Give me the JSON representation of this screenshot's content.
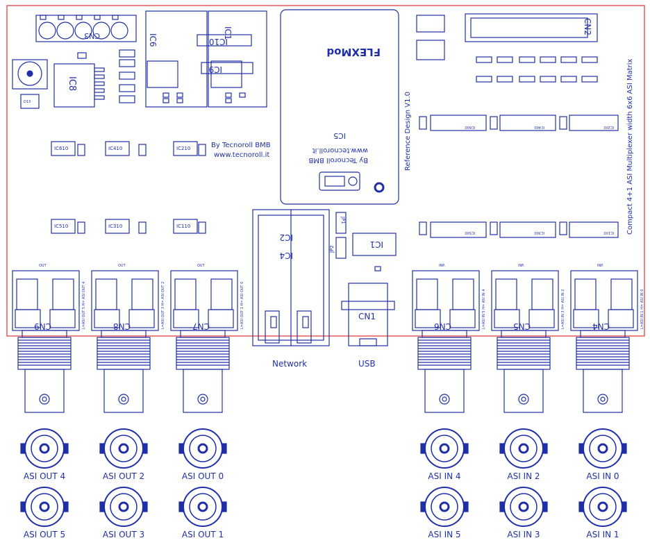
{
  "colors": {
    "ink": "#1f2fa8",
    "board_edge": "#e03030",
    "bg": "#ffffff"
  },
  "board": {
    "credit_left": "By Tecnoroll BMB",
    "credit_left_url": "www.tecnoroll.it",
    "reference": "Reference Design V1.0",
    "side_title": "Compact 4+1 ASI Multiplexer width 6x6 ASI Matrix"
  },
  "module": {
    "brand": "FLEXMod",
    "credit": "By Tecnoroll BMB",
    "url": "www.tecnoroll.it",
    "ref": "IC5"
  },
  "parts": {
    "cn3": "CN3",
    "ic6": "IC6",
    "ic10": "IC10",
    "ic1_top": "IC1",
    "ic9": "IC9",
    "ic8": "IC8",
    "cn2": "CN2",
    "d13": "D13",
    "cn1": "CN1",
    "ic1": "IC1",
    "ic2": "IC2",
    "ic4": "IC4",
    "jp1": "JP1",
    "jp2": "JP2",
    "ic610": "IC610",
    "ic410": "IC410",
    "ic210": "IC210",
    "ic510": "IC510",
    "ic310": "IC310",
    "ic110": "IC110",
    "ic600": "IC600",
    "ic400": "IC400",
    "ic200": "IC200",
    "ic500": "IC500",
    "ic300": "IC300",
    "ic100": "IC100",
    "cn9": "CN9",
    "cn8": "CN8",
    "cn7": "CN7",
    "cn6": "CN6",
    "cn5": "CN5",
    "cn4": "CN4",
    "out": "OUT",
    "inp": "INP."
  },
  "port_labels": {
    "network": "Network",
    "usb": "USB",
    "asi_out_4": "ASI OUT 4",
    "asi_out_2": "ASI OUT 2",
    "asi_out_0": "ASI OUT 0",
    "asi_out_5": "ASI OUT 5",
    "asi_out_3": "ASI OUT 3",
    "asi_out_1": "ASI OUT 1",
    "asi_in_4": "ASI IN 4",
    "asi_in_2": "ASI IN 2",
    "asi_in_0": "ASI IN 0",
    "asi_in_5": "ASI IN 5",
    "asi_in_3": "ASI IN 3",
    "asi_in_1": "ASI IN 1"
  },
  "bnc_side": {
    "cn9": "L=ASI OUT 5 H= ASI OUT 4",
    "cn8": "L=ASI OUT 3 H= ASI OUT 2",
    "cn7": "L=ASI OUT 1 H= ASI OUT 0",
    "cn6": "L=ASI IN 5 H= ASI IN 4",
    "cn5": "L=ASI IN 3 H= ASI IN 2",
    "cn4": "L=ASI IN 1 H= ASI IN 0"
  }
}
